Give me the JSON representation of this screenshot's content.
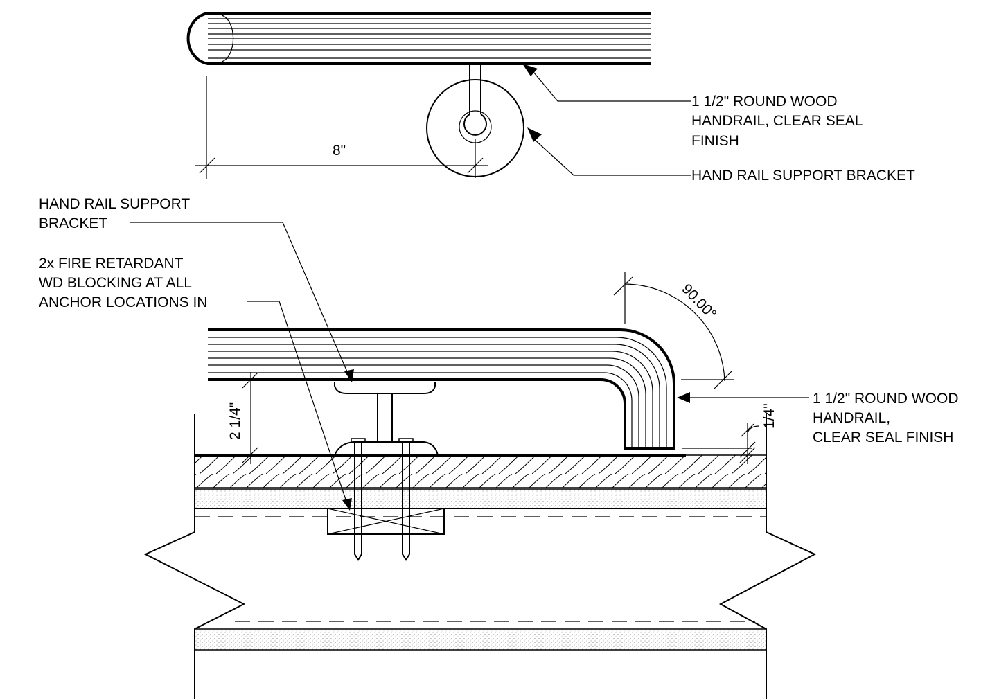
{
  "top_view": {
    "dimension_8": "8\"",
    "note_handrail": [
      "1 1/2\" ROUND WOOD",
      "HANDRAIL, CLEAR SEAL",
      "FINISH"
    ],
    "note_bracket": "HAND RAIL SUPPORT BRACKET"
  },
  "section_view": {
    "note_bracket": [
      "HAND RAIL SUPPORT",
      "BRACKET"
    ],
    "note_blocking": [
      "2x FIRE RETARDANT",
      "WD BLOCKING AT ALL",
      "ANCHOR LOCATIONS IN"
    ],
    "angle": "90.00°",
    "dim_clearance": "2 1/4\"",
    "dim_gap": "1/4\"",
    "note_handrail": [
      "1 1/2\" ROUND WOOD",
      "HANDRAIL,",
      "CLEAR SEAL FINISH"
    ]
  }
}
